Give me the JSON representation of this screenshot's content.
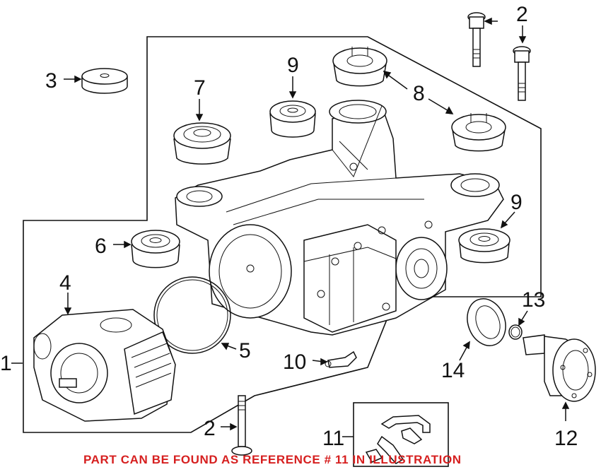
{
  "callouts": {
    "c1": "1",
    "c2a": "2",
    "c2b": "2",
    "c3": "3",
    "c4": "4",
    "c5": "5",
    "c6": "6",
    "c7": "7",
    "c8": "8",
    "c9a": "9",
    "c9b": "9",
    "c10": "10",
    "c11": "11",
    "c12": "12",
    "c13": "13",
    "c14": "14"
  },
  "footer_note": "PART CAN BE FOUND AS REFERENCE # 11 IN ILLUSTRATION",
  "colors": {
    "line": "#111111",
    "note": "#d61f1f",
    "background": "#ffffff"
  }
}
